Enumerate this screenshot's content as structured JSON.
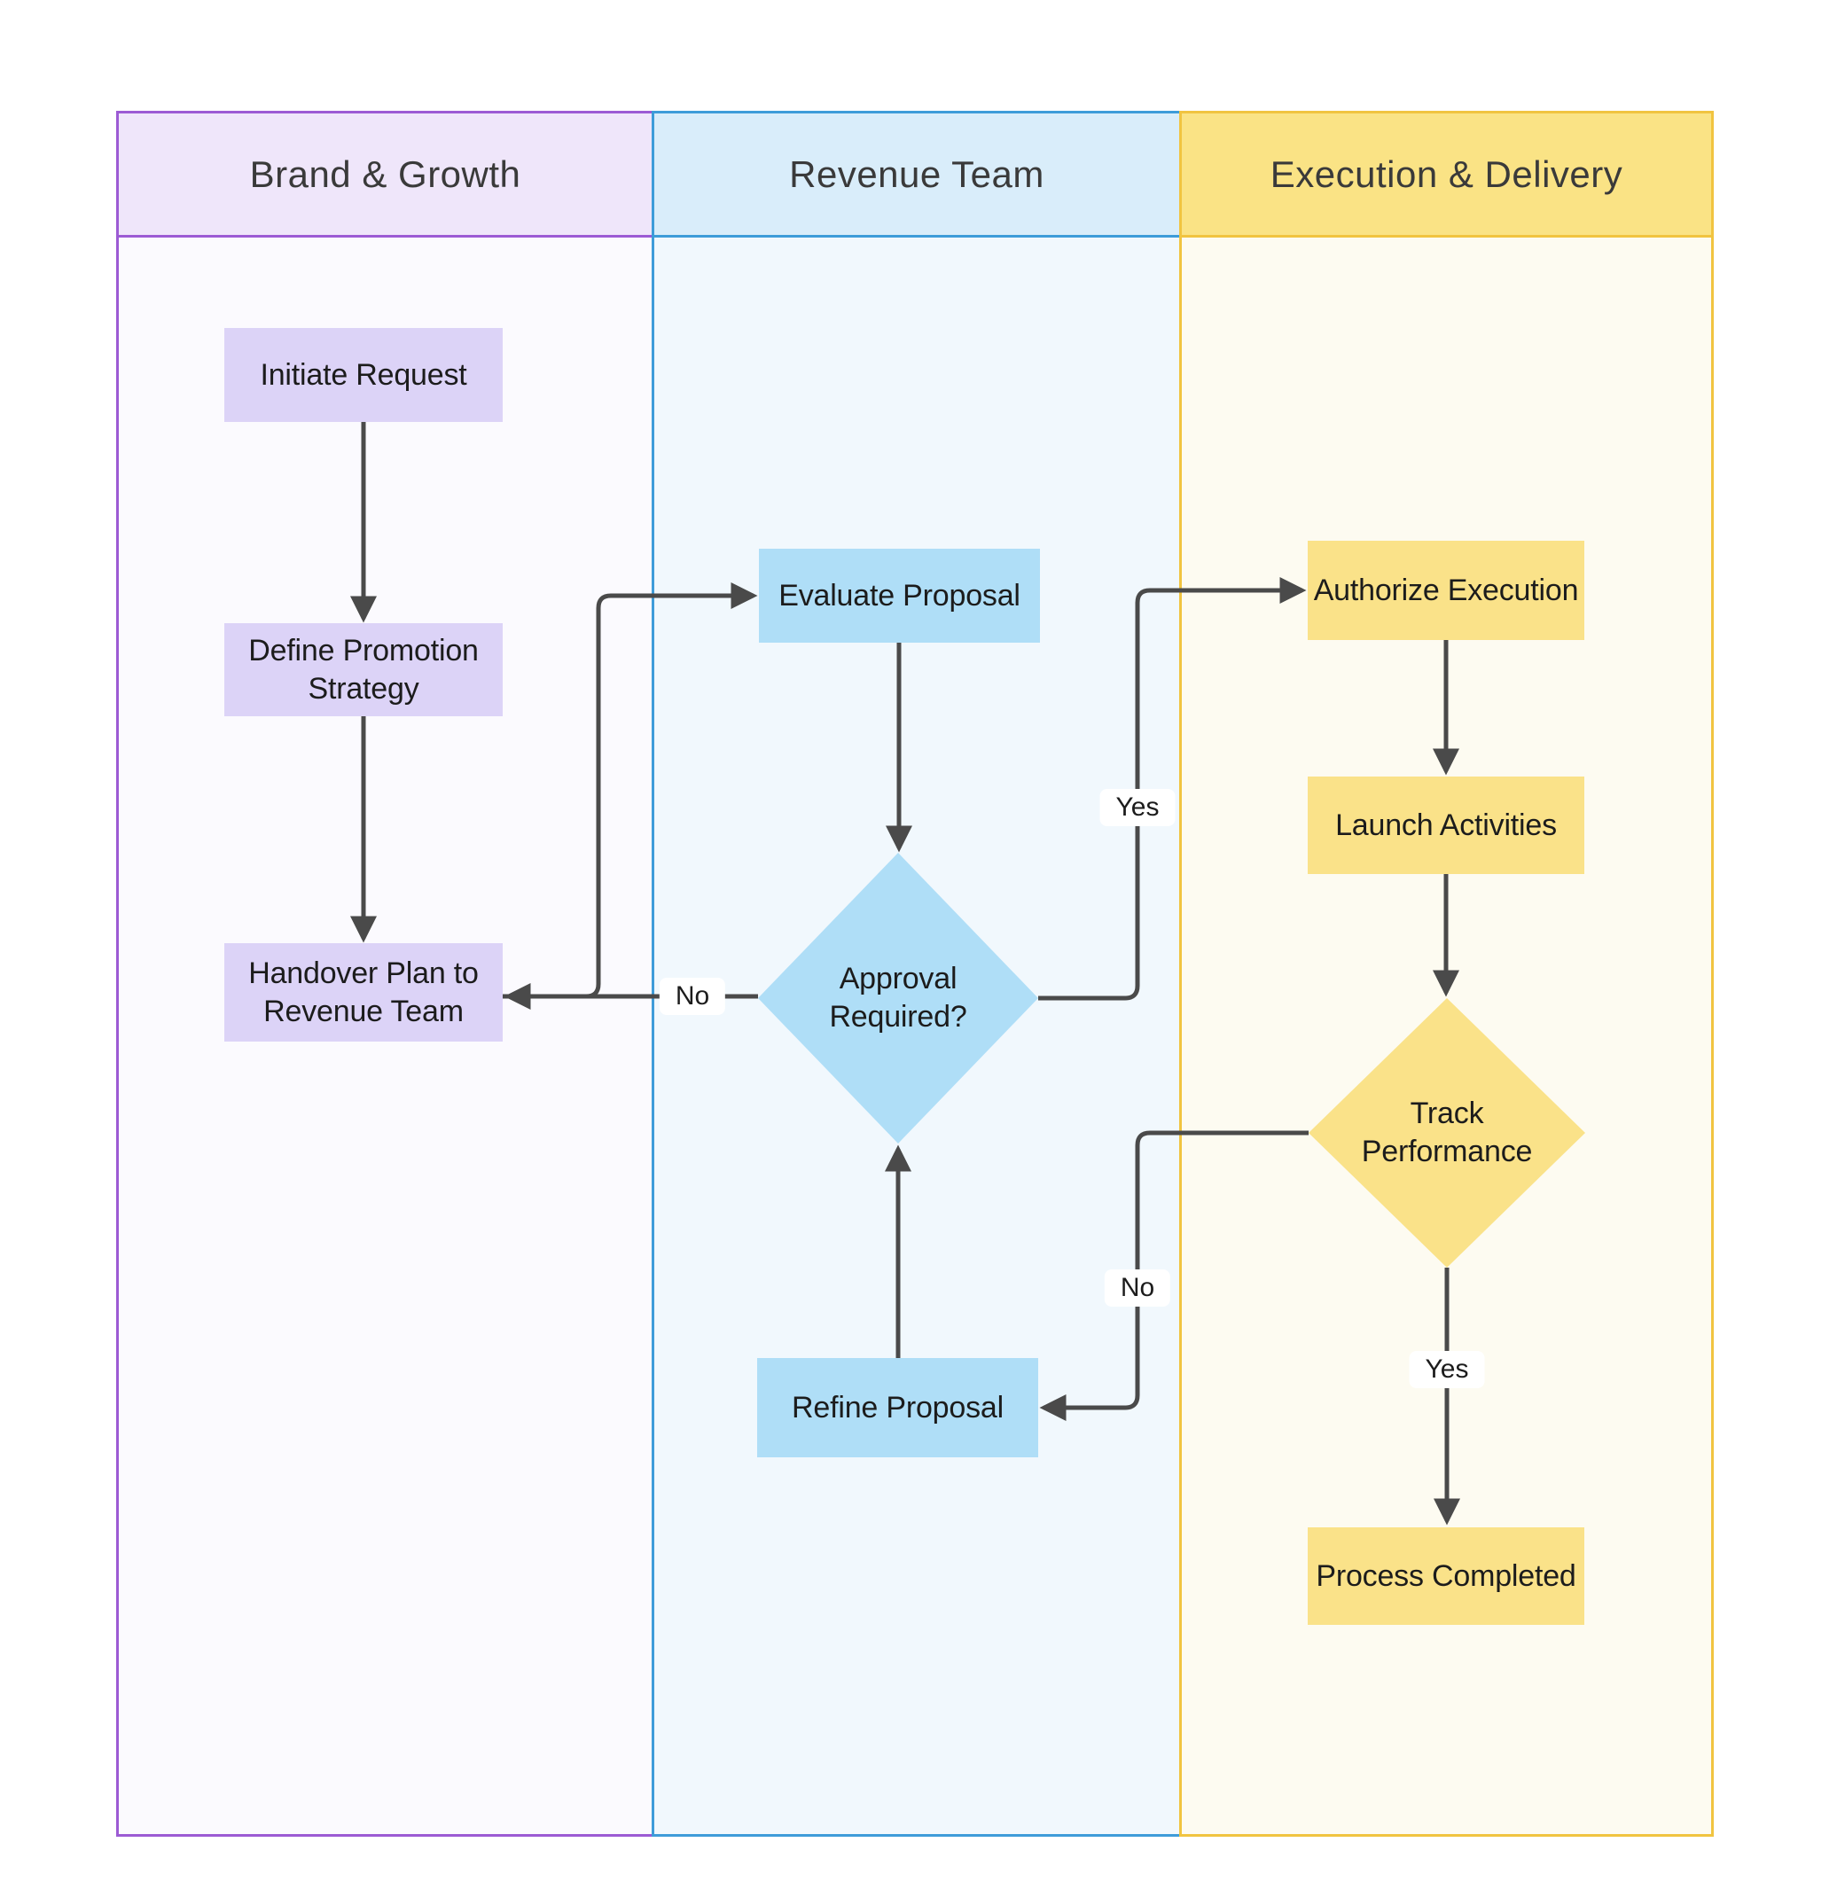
{
  "diagram": {
    "title_hint": "Promotion approval swimlane flowchart",
    "lanes": [
      {
        "title": "Brand & Growth",
        "header_fill": "#efe6fa",
        "border": "#9c5bd4",
        "body_fill": "#fbfafe"
      },
      {
        "title": "Revenue Team",
        "header_fill": "#d9edfa",
        "border": "#3e9cd9",
        "body_fill": "#f1f8fd"
      },
      {
        "title": "Execution & Delivery",
        "header_fill": "#fae385",
        "border": "#f1c440",
        "body_fill": "#fdfbf1"
      }
    ],
    "nodes": {
      "initiate": {
        "label": "Initiate Request",
        "type": "process",
        "lane": "Brand & Growth",
        "fill": "#dcd3f7"
      },
      "define": {
        "label": "Define Promotion Strategy",
        "type": "process",
        "lane": "Brand & Growth",
        "fill": "#dcd3f7"
      },
      "handover": {
        "label": "Handover Plan to Revenue Team",
        "type": "process",
        "lane": "Brand & Growth",
        "fill": "#dcd3f7"
      },
      "evaluate": {
        "label": "Evaluate Proposal",
        "type": "process",
        "lane": "Revenue Team",
        "fill": "#afdef7"
      },
      "approval": {
        "label": "Approval Required?",
        "type": "decision",
        "lane": "Revenue Team",
        "fill": "#afdef7"
      },
      "refine": {
        "label": "Refine Proposal",
        "type": "process",
        "lane": "Revenue Team",
        "fill": "#afdef7"
      },
      "authorize": {
        "label": "Authorize Execution",
        "type": "process",
        "lane": "Execution & Delivery",
        "fill": "#fae289"
      },
      "launch": {
        "label": "Launch Activities",
        "type": "process",
        "lane": "Execution & Delivery",
        "fill": "#fae289"
      },
      "track": {
        "label": "Track Performance",
        "type": "decision",
        "lane": "Execution & Delivery",
        "fill": "#fae289"
      },
      "process": {
        "label": "Process Completed",
        "type": "process",
        "lane": "Execution & Delivery",
        "fill": "#fae289"
      }
    },
    "edges": [
      {
        "from": "initiate",
        "to": "define",
        "label": ""
      },
      {
        "from": "define",
        "to": "handover",
        "label": ""
      },
      {
        "from": "handover",
        "to": "evaluate",
        "label": ""
      },
      {
        "from": "evaluate",
        "to": "approval",
        "label": ""
      },
      {
        "from": "approval",
        "to": "handover",
        "label": "No"
      },
      {
        "from": "approval",
        "to": "authorize",
        "label": "Yes"
      },
      {
        "from": "authorize",
        "to": "launch",
        "label": ""
      },
      {
        "from": "launch",
        "to": "track",
        "label": ""
      },
      {
        "from": "track",
        "to": "refine",
        "label": "No"
      },
      {
        "from": "refine",
        "to": "approval",
        "label": ""
      },
      {
        "from": "track",
        "to": "process",
        "label": "Yes"
      }
    ],
    "edge_labels": {
      "approval_no": "No",
      "approval_yes": "Yes",
      "track_no": "No",
      "track_yes": "Yes"
    },
    "colors": {
      "arrow": "#4a4a4a",
      "node_text": "#1c1c1c",
      "lane_title_text": "#3a3a3a",
      "background": "#ffffff"
    }
  }
}
